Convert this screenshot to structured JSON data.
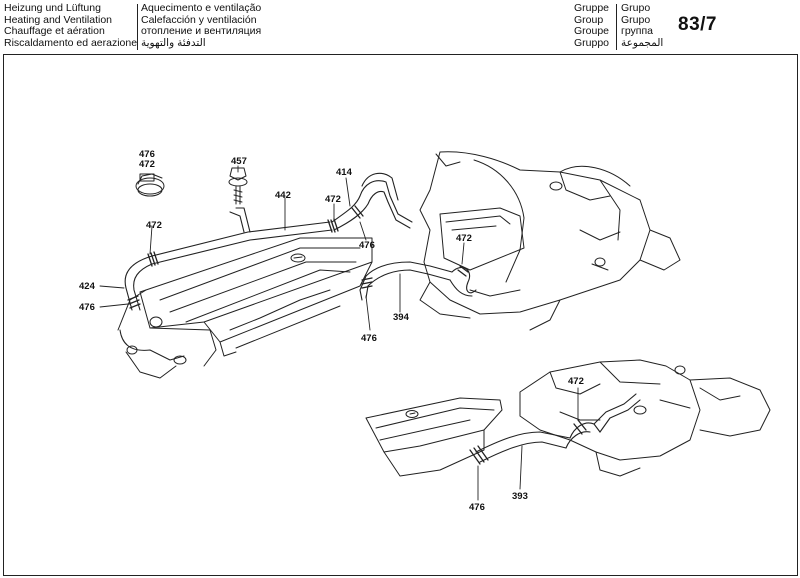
{
  "header": {
    "titles_left": [
      "Heizung und Lüftung",
      "Heating and Ventilation",
      "Chauffage et aération",
      "Riscaldamento ed aerazione"
    ],
    "titles_right": [
      "Aquecimento e ventilação",
      "Calefacción y ventilación",
      "отопление и вентиляция",
      "التدفئة والتهوية"
    ],
    "group_left": [
      "Gruppe",
      "Group",
      "Groupe",
      "Gruppo"
    ],
    "group_right": [
      "Grupo",
      "Grupo",
      "группа",
      "المجموعة"
    ],
    "page_number": "83/7"
  },
  "part_labels": {
    "p476_472_top": "476",
    "p472_top": "472",
    "p457": "457",
    "p442": "442",
    "p414": "414",
    "p472_a": "472",
    "p476_a": "476",
    "p472_left": "472",
    "p424": "424",
    "p476_left": "476",
    "p472_engine": "472",
    "p394": "394",
    "p476_b": "476",
    "p472_lower": "472",
    "p476_lower": "476",
    "p393": "393"
  }
}
